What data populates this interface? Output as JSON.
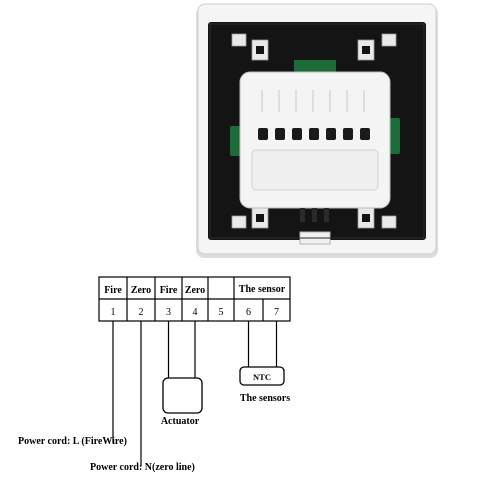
{
  "diagram": {
    "header_labels": [
      "Fire",
      "Zero",
      "Fire",
      "Zero",
      "",
      "The sensor"
    ],
    "terminal_numbers": [
      "1",
      "2",
      "3",
      "4",
      "5",
      "6",
      "7"
    ],
    "ntc_label": "NTC",
    "sensors_label": "The sensors",
    "actuator_label": "Actuator",
    "power_l_label": "Power cord: L (FireWire)",
    "power_n_label": "Power cord: N(zero line)"
  },
  "device": {
    "terminal_count": 7,
    "color_body": "#f4f4f4",
    "color_plate": "#141414",
    "color_green": "#1e6b3a"
  }
}
